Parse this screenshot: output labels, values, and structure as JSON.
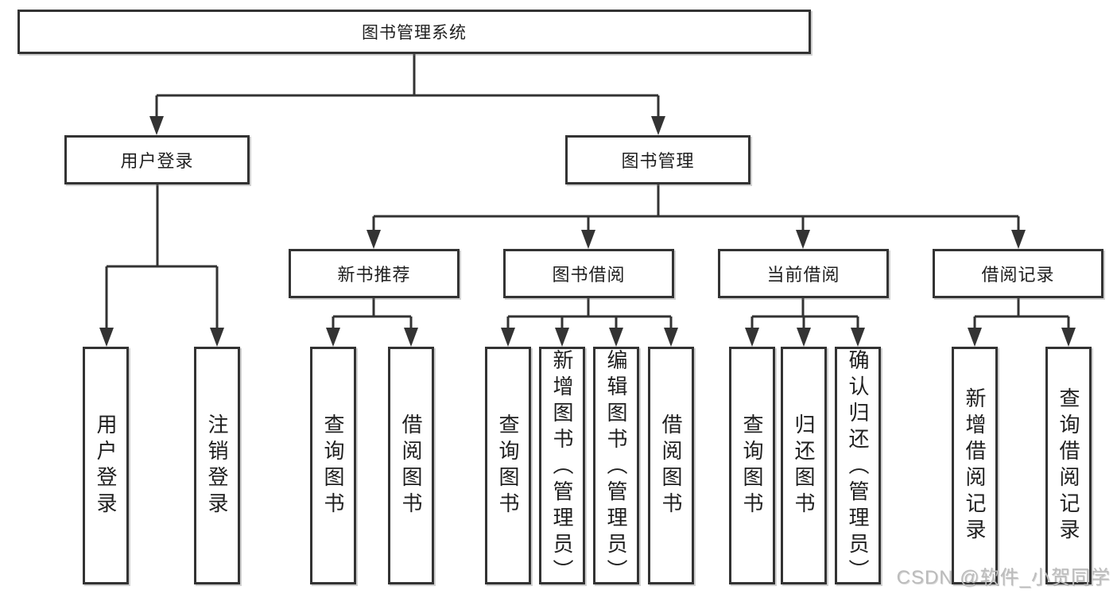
{
  "diagram": {
    "root": {
      "label": "图书管理系统"
    },
    "branches": [
      {
        "label": "用户登录",
        "children": [
          {
            "label": "用户登录"
          },
          {
            "label": "注销登录"
          }
        ]
      },
      {
        "label": "图书管理",
        "children": [
          {
            "label": "新书推荐",
            "children": [
              {
                "label": "查询图书"
              },
              {
                "label": "借阅图书"
              }
            ]
          },
          {
            "label": "图书借阅",
            "children": [
              {
                "label": "查询图书"
              },
              {
                "label": "新增图书（管理员）"
              },
              {
                "label": "编辑图书（管理员）"
              },
              {
                "label": "借阅图书"
              }
            ]
          },
          {
            "label": "当前借阅",
            "children": [
              {
                "label": "查询图书"
              },
              {
                "label": "归还图书"
              },
              {
                "label": "确认归还（管理员）"
              }
            ]
          },
          {
            "label": "借阅记录",
            "children": [
              {
                "label": "新增借阅记录"
              },
              {
                "label": "查询借阅记录"
              }
            ]
          }
        ]
      }
    ]
  },
  "watermark": {
    "text": "CSDN @软件_小贺同学"
  },
  "colors": {
    "border": "#333333",
    "line": "#333333",
    "text": "#1f1f1f",
    "background": "#ffffff",
    "watermark": "#bcbcbc"
  }
}
